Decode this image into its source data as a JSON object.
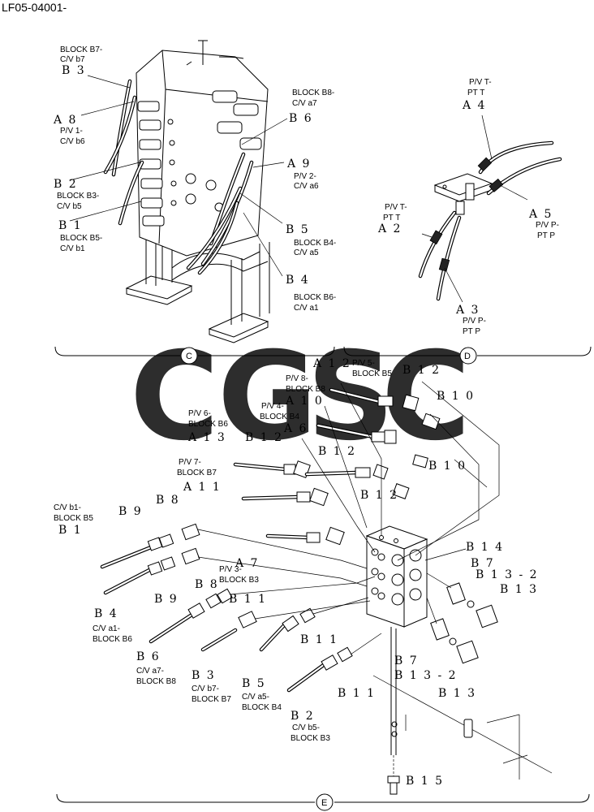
{
  "header": {
    "code": "LF05-04001-"
  },
  "watermark": {
    "letters": [
      "C",
      "G",
      "S",
      "C"
    ],
    "colors": [
      "#4a8ef0",
      "#f07a6e",
      "#f7ca3c",
      "#39b27a"
    ]
  },
  "sections": {
    "c": "C",
    "d": "D",
    "e": "E"
  },
  "section_c": {
    "b3_caption_1": "BLOCK B7-",
    "b3_caption_2": "C/V b7",
    "b3_mark": "B 3",
    "a8_mark": "A 8",
    "a8_caption_1": "P/V 1-",
    "a8_caption_2": "C/V b6",
    "b2_mark": "B 2",
    "b2_caption_1": "BLOCK B3-",
    "b2_caption_2": "C/V b5",
    "b1_mark": "B 1",
    "b1_caption_1": "BLOCK B5-",
    "b1_caption_2": "C/V b1",
    "b6_caption_1": "BLOCK B8-",
    "b6_caption_2": "C/V a7",
    "b6_mark": "B 6",
    "a9_mark": "A 9",
    "a9_caption_1": "P/V 2-",
    "a9_caption_2": "C/V a6",
    "b5_mark": "B 5",
    "b5_caption_1": "BLOCK B4-",
    "b5_caption_2": "C/V a5",
    "b4_mark": "B 4",
    "b4_caption_1": "BLOCK B6-",
    "b4_caption_2": "C/V a1"
  },
  "section_d": {
    "a4_caption_1": "P/V T-",
    "a4_caption_2": "PT T",
    "a4_mark": "A 4",
    "a2_caption_1": "P/V T-",
    "a2_caption_2": "PT T",
    "a2_mark": "A 2",
    "a5_mark": "A 5",
    "a5_caption_1": "P/V P-",
    "a5_caption_2": "PT P",
    "a3_mark": "A 3",
    "a3_caption_1": "P/V P-",
    "a3_caption_2": "PT P"
  },
  "section_e": {
    "a12_mark": "A 1 2",
    "a12_caption_1": "P/V 5-",
    "a12_caption_2": "BLOCK B5",
    "b12_top_mark": "B 1 2",
    "a10_caption_1": "P/V 8-",
    "a10_caption_2": "BLOCK B8",
    "a10_mark": "A 1 0",
    "b10_top_mark": "B 1 0",
    "a6_caption_1": "P/V 4-",
    "a6_caption_2": "BLOCK B4",
    "a6_mark": "A 6",
    "a13_caption_1": "P/V 6-",
    "a13_caption_2": "BLOCK B6",
    "a13_mark": "A 1 3",
    "b12_mid_mark": "B 1 2",
    "b12_right_mark": "B 1 2",
    "b10_mid_mark": "B 1 0",
    "a11_caption_1": "P/V 7-",
    "a11_caption_2": "BLOCK B7",
    "a11_mark": "A 1 1",
    "b12_low_mark": "B 1 2",
    "b1_caption_1": "C/V b1-",
    "b1_caption_2": "BLOCK B5",
    "b1_mark": "B 1",
    "b9_top_mark": "B 9",
    "b8_top_mark": "B 8",
    "a7_mark": "A 7",
    "a7_caption_1": "P/V 3-",
    "a7_caption_2": "BLOCK B3",
    "b8_low_mark": "B 8",
    "b9_low_mark": "B 9",
    "b14_mark": "B 1 4",
    "b7_top_mark": "B 7",
    "b13_2_top_mark": "B 1 3 - 2",
    "b13_top_mark": "B 1 3",
    "b11_a_mark": "B 1 1",
    "b11_b_mark": "B 1 1",
    "b11_c_mark": "B 1 1",
    "b4_mark": "B 4",
    "b4_caption_1": "C/V a1-",
    "b4_caption_2": "BLOCK B6",
    "b6_mark": "B 6",
    "b6_caption_1": "C/V a7-",
    "b6_caption_2": "BLOCK B8",
    "b3_mark": "B 3",
    "b3_caption_1": "C/V b7-",
    "b3_caption_2": "BLOCK B7",
    "b5_mark": "B 5",
    "b5_caption_1": "C/V a5-",
    "b5_caption_2": "BLOCK B4",
    "b2_mark": "B 2",
    "b2_caption_1": "C/V b5-",
    "b2_caption_2": "BLOCK B3",
    "b7_low_mark": "B 7",
    "b13_2_low_mark": "B 1 3 - 2",
    "b13_low_mark": "B 1 3",
    "b15_mark": "B 1 5"
  }
}
